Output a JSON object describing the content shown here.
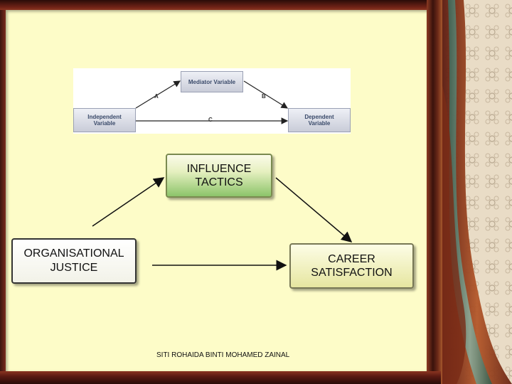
{
  "reference_diagram": {
    "mediator": "Mediator Variable",
    "independent": "Independent\nVariable",
    "dependent": "Dependent\nVariable",
    "path_a": "A",
    "path_b": "B",
    "path_c": "C"
  },
  "main_diagram": {
    "mediator": "INFLUENCE\nTACTICS",
    "independent": "ORGANISATIONAL\nJUSTICE",
    "dependent": "CAREER\nSATISFACTION"
  },
  "footer": "SITI ROHAIDA BINTI MOHAMED ZAINAL",
  "colors": {
    "slide_background": "#fdfcc8",
    "frame": "#6e2216",
    "influence_box_green": "#8cc46a",
    "career_box_yellow": "#e6e6a0"
  }
}
